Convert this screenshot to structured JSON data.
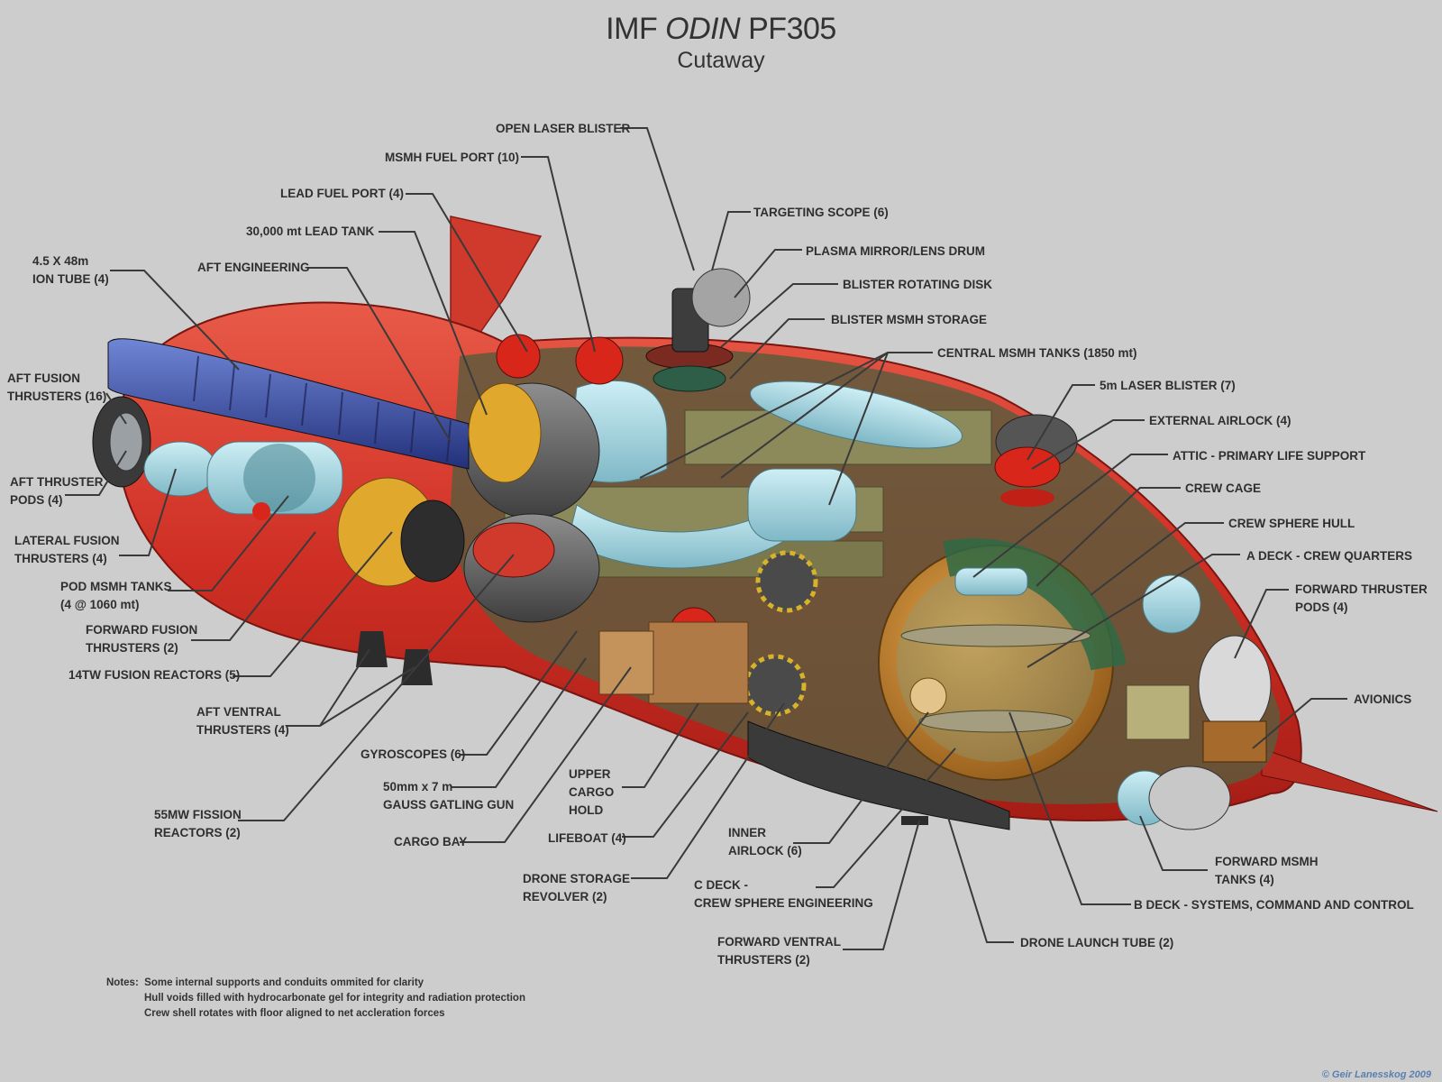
{
  "title": {
    "prefix": "IMF",
    "name": "ODIN",
    "model": "PF305",
    "subtitle": "Cutaway"
  },
  "labels": {
    "open_laser_blister": [
      "OPEN LASER BLISTER"
    ],
    "msmh_fuel_port": [
      "MSMH FUEL PORT (10)"
    ],
    "lead_fuel_port": [
      "LEAD FUEL PORT (4)"
    ],
    "lead_tank": [
      "30,000 mt LEAD TANK"
    ],
    "aft_engineering": [
      "AFT ENGINEERING"
    ],
    "ion_tube": [
      "4.5 X 48m",
      "ION TUBE (4)"
    ],
    "aft_fusion_thrusters": [
      "AFT FUSION",
      "THRUSTERS (16)"
    ],
    "aft_thruster_pods": [
      "AFT THRUSTER",
      "PODS (4)"
    ],
    "lateral_fusion_thrusters": [
      "LATERAL FUSION",
      "THRUSTERS (4)"
    ],
    "pod_msmh_tanks": [
      "POD MSMH TANKS",
      "(4 @ 1060 mt)"
    ],
    "forward_fusion_thrusters": [
      "FORWARD FUSION",
      "THRUSTERS (2)"
    ],
    "fusion_reactors": [
      "14TW FUSION REACTORS (5)"
    ],
    "aft_ventral_thrusters": [
      "AFT VENTRAL",
      "THRUSTERS (4)"
    ],
    "fission_reactors": [
      "55MW FISSION",
      "REACTORS (2)"
    ],
    "gyroscopes": [
      "GYROSCOPES (6)"
    ],
    "gauss_gun": [
      "50mm x 7 m",
      "GAUSS GATLING GUN"
    ],
    "cargo_bay": [
      "CARGO BAY"
    ],
    "upper_cargo_hold": [
      "UPPER",
      "CARGO",
      "HOLD"
    ],
    "lifeboat": [
      "LIFEBOAT (4)"
    ],
    "drone_storage": [
      "DRONE STORAGE",
      "REVOLVER (2)"
    ],
    "inner_airlock": [
      "INNER",
      "AIRLOCK (6)"
    ],
    "c_deck": [
      "C DECK  -",
      "CREW SPHERE ENGINEERING"
    ],
    "forward_ventral_thrusters": [
      "FORWARD VENTRAL",
      "THRUSTERS (2)"
    ],
    "drone_launch_tube": [
      "DRONE LAUNCH TUBE (2)"
    ],
    "b_deck": [
      "B DECK - SYSTEMS, COMMAND AND CONTROL"
    ],
    "forward_msmh_tanks": [
      "FORWARD MSMH",
      "TANKS (4)"
    ],
    "targeting_scope": [
      "TARGETING SCOPE (6)"
    ],
    "plasma_mirror": [
      "PLASMA MIRROR/LENS DRUM"
    ],
    "blister_rotating_disk": [
      "BLISTER ROTATING DISK"
    ],
    "blister_msmh_storage": [
      "BLISTER MSMH STORAGE"
    ],
    "central_msmh_tanks": [
      "CENTRAL MSMH TANKS (1850 mt)"
    ],
    "laser_blister": [
      "5m LASER BLISTER (7)"
    ],
    "external_airlock": [
      "EXTERNAL AIRLOCK (4)"
    ],
    "attic": [
      "ATTIC - PRIMARY LIFE SUPPORT"
    ],
    "crew_cage": [
      "CREW CAGE"
    ],
    "crew_sphere_hull": [
      "CREW SPHERE HULL"
    ],
    "a_deck": [
      "A DECK - CREW QUARTERS"
    ],
    "forward_thruster_pods": [
      "FORWARD THRUSTER",
      "PODS (4)"
    ],
    "avionics": [
      "AVIONICS"
    ]
  },
  "notes": {
    "heading": "Notes:",
    "lines": [
      "Some internal supports and conduits ommited for clarity",
      "Hull voids filled with hydrocarbonate gel for integrity and radiation protection",
      "Crew shell rotates with floor aligned to net accleration forces"
    ]
  },
  "credit": "© Geir Lanesskog 2009",
  "colors": {
    "background": "#cdcdcd",
    "hull_red": "#d9362b",
    "tank_cyan": "#9fd3df",
    "frame_olive": "#8c8a5a",
    "sphere_orange": "#c8862e",
    "ion_blue": "#3c4fa8",
    "reactor_yellow": "#e0a92e"
  }
}
